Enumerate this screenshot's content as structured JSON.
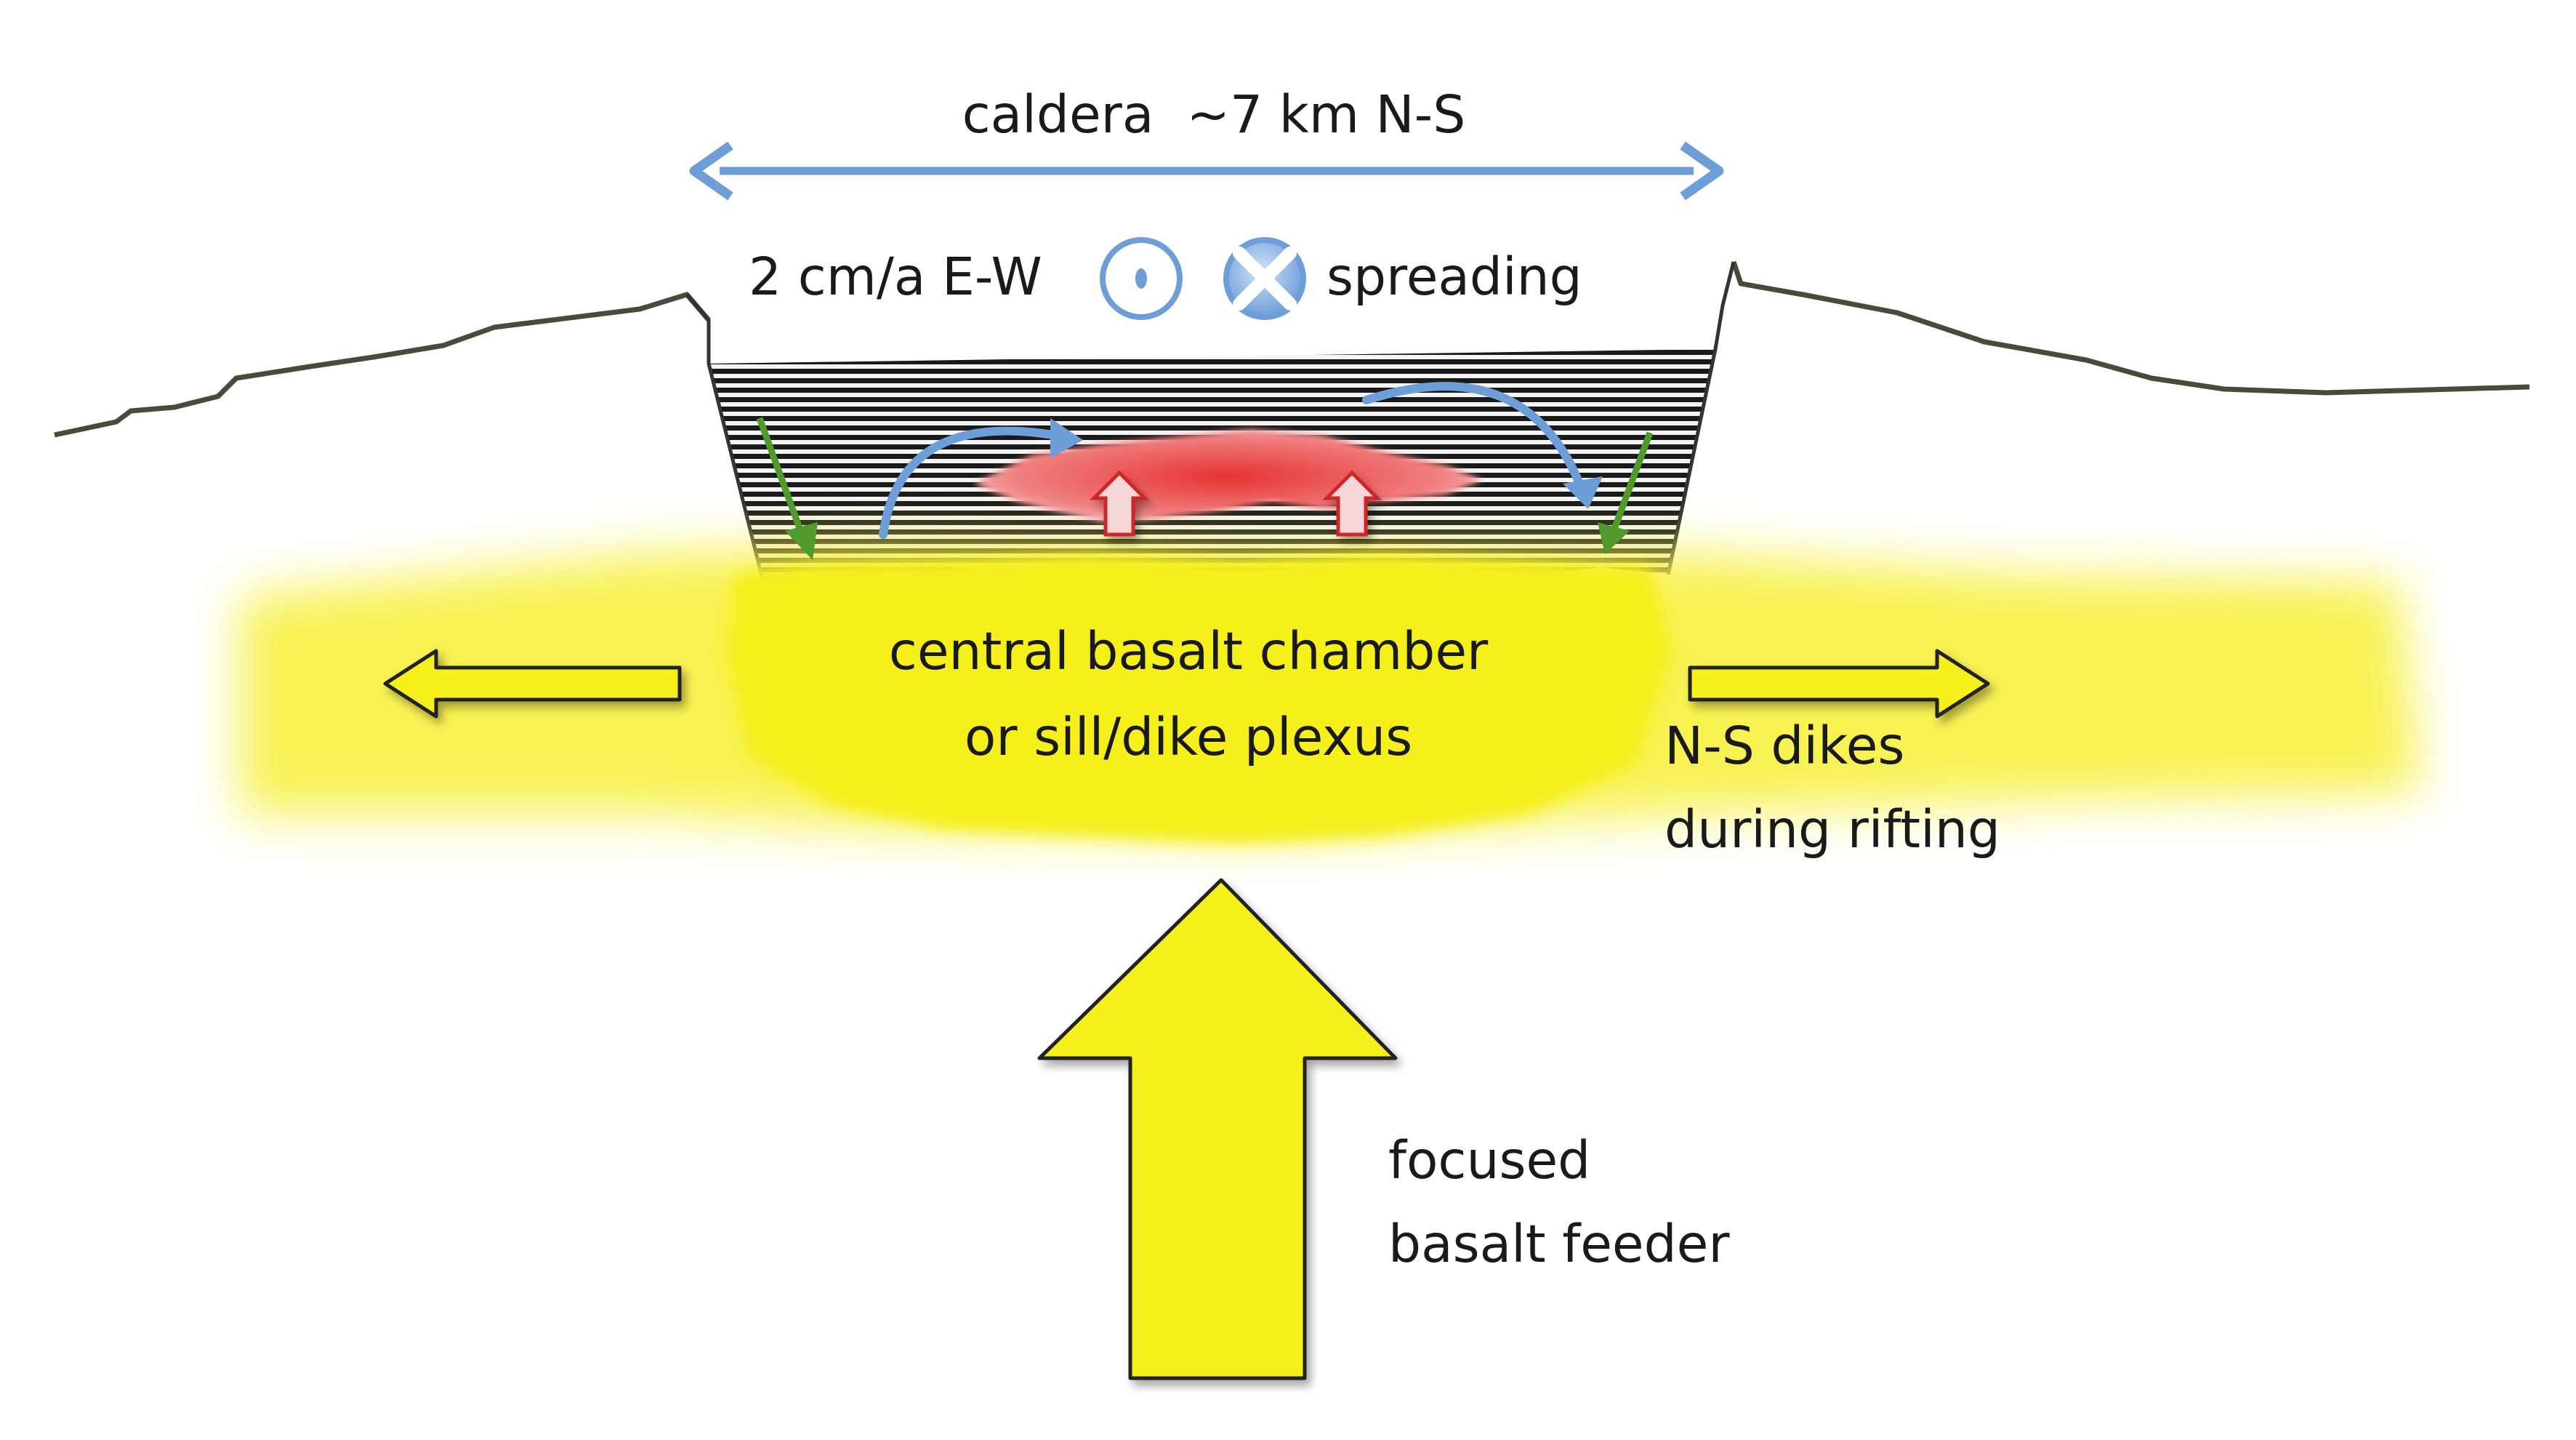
{
  "labels": {
    "caldera_width": "caldera  ~7 km N-S",
    "spreading_rate": "2 cm/a E-W",
    "spreading": "spreading",
    "chamber_line1": "central basalt chamber",
    "chamber_line2": "or sill/dike plexus",
    "dikes_line1": "N-S dikes",
    "dikes_line2": "during rifting",
    "feeder_line1": "focused",
    "feeder_line2": "basalt feeder"
  },
  "icons": {
    "spreading_out_of_page": "circle-dot-icon",
    "spreading_into_page": "circle-x-icon",
    "subsidence": "green-arrow-icon",
    "convection": "blue-curved-arrow-icon",
    "magma_rise": "red-arrow-icon",
    "dike_propagation": "yellow-arrow-icon",
    "feeder": "large-yellow-arrow-icon"
  },
  "colors": {
    "caldera_arrow": "#6e9ed8",
    "basalt_yellow": "#f5ef1e",
    "felsic_red": "#ef5b5b",
    "subsidence_green": "#4f9a2a",
    "topography": "#4a4a3a",
    "hatch": "#1a1a1a"
  }
}
